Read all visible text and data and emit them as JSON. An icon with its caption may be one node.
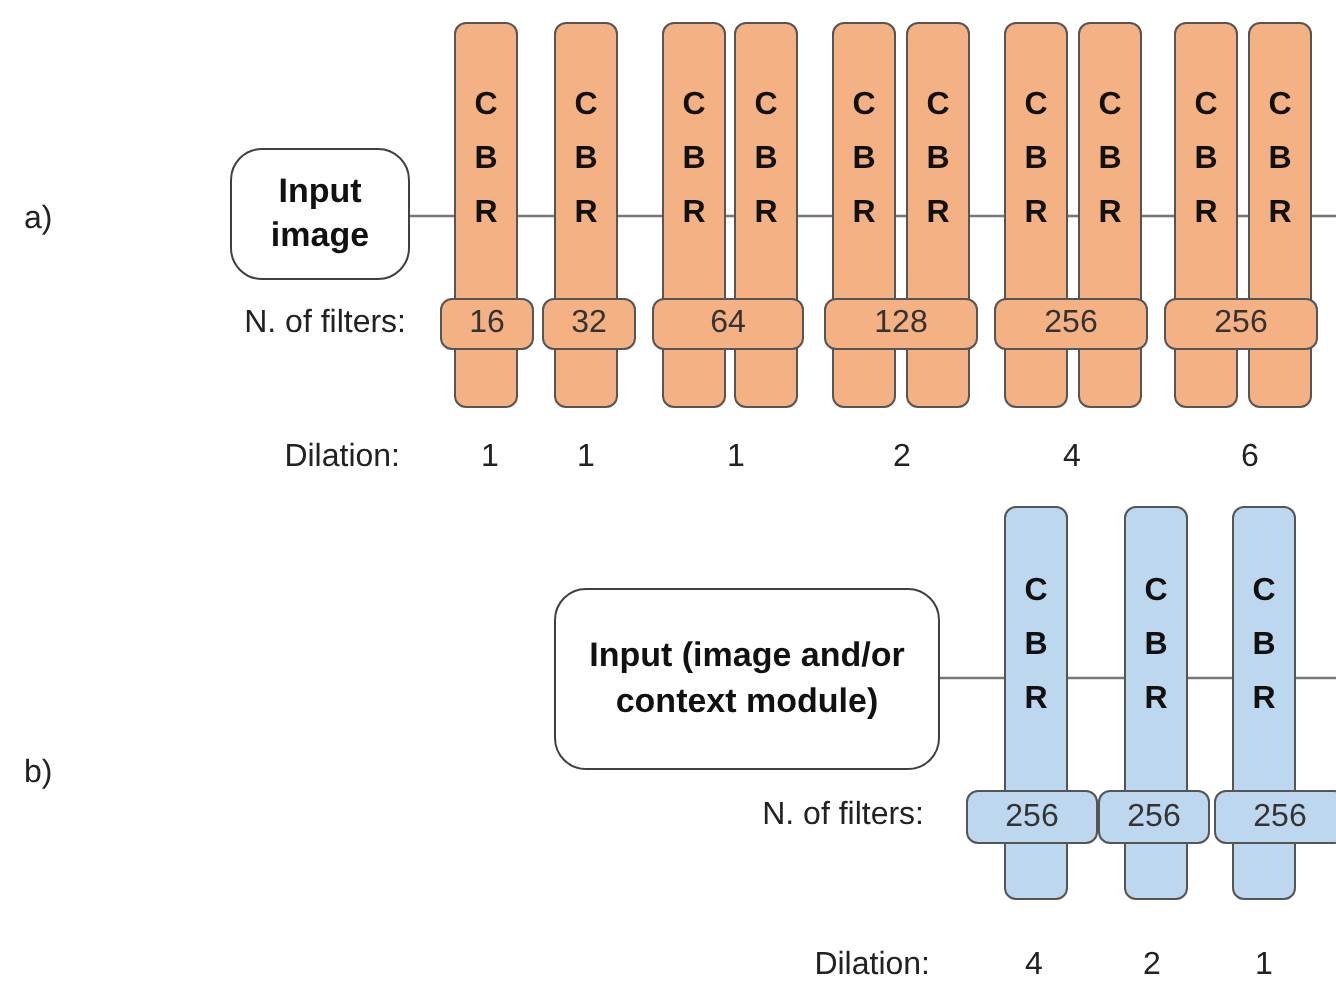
{
  "diagram": {
    "nodes": [
      {
        "text": [
          "Input image"
        ]
      },
      {
        "text": [
          "C B R"
        ]
      },
      {
        "text": [
          "C B R"
        ]
      },
      {
        "text": [
          "C B R"
        ]
      },
      {
        "text": [
          "C B R"
        ]
      },
      {
        "text": [
          "C B R"
        ]
      },
      {
        "text": [
          "C B R"
        ]
      },
      {
        "text": [
          "C B R"
        ]
      },
      {
        "text": [
          "C B R"
        ]
      },
      {
        "text": [
          "C B R"
        ]
      },
      {
        "text": [
          "C B R"
        ]
      },
      {
        "text": [
          "16"
        ]
      },
      {
        "text": [
          "32"
        ]
      },
      {
        "text": [
          "64"
        ]
      },
      {
        "text": [
          "128"
        ]
      },
      {
        "text": [
          "256"
        ]
      },
      {
        "text": [
          "256"
        ]
      },
      {
        "text": [
          "Input (image and/or context module)"
        ]
      },
      {
        "text": [
          "C B R"
        ]
      },
      {
        "text": [
          "C B R"
        ]
      },
      {
        "text": [
          "C B R"
        ]
      },
      {
        "text": [
          "256"
        ]
      },
      {
        "text": [
          "256"
        ]
      },
      {
        "text": [
          "256"
        ]
      }
    ],
    "edges": [
      {
        "from": 0,
        "to": 1,
        "arrow": "none"
      },
      {
        "from": 1,
        "to": 2,
        "arrow": "none"
      },
      {
        "from": 2,
        "to": 3,
        "arrow": "none"
      },
      {
        "from": 3,
        "to": 4,
        "arrow": "none"
      },
      {
        "from": 4,
        "to": 5,
        "arrow": "none"
      },
      {
        "from": 5,
        "to": 6,
        "arrow": "none"
      },
      {
        "from": 6,
        "to": 7,
        "arrow": "none"
      },
      {
        "from": 7,
        "to": 8,
        "arrow": "none"
      },
      {
        "from": 8,
        "to": 9,
        "arrow": "none"
      },
      {
        "from": 9,
        "to": 10,
        "arrow": "none"
      },
      {
        "from": 10,
        "to": null,
        "arrow": "none"
      },
      {
        "from": 17,
        "to": 18,
        "arrow": "none"
      },
      {
        "from": 18,
        "to": 19,
        "arrow": "none"
      },
      {
        "from": 19,
        "to": 20,
        "arrow": "none"
      },
      {
        "from": 20,
        "to": null,
        "arrow": "none"
      }
    ],
    "labels": [
      "a)",
      "N. of filters:",
      "Dilation:",
      "1",
      "1",
      "1",
      "2",
      "4",
      "6",
      "b)",
      "N. of filters:",
      "Dilation:",
      "4",
      "2",
      "1"
    ]
  }
}
